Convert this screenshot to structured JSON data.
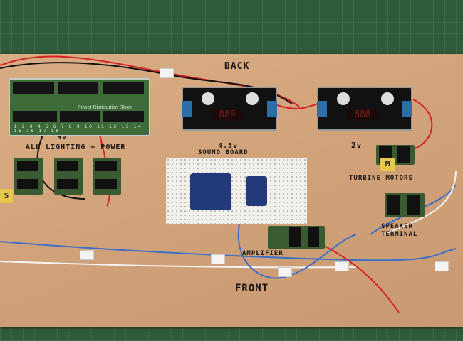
{
  "image": {
    "description": "Wiring board with power distribution block, two buck converters with LED displays, breadboard with sound board, amplifier and terminal blocks",
    "labels": {
      "back": "BACK",
      "front": "FRONT",
      "sound_board_voltage": "4.5v",
      "sound_board": "SOUND BOARD",
      "lighting_voltage": "9v",
      "lighting": "ALL LIGHTING + POWER",
      "motor_voltage": "2v",
      "turbine_motors": "TURBINE MOTORS",
      "speaker_terminal": "SPEAKER TERMINAL",
      "amplifier": "AMPLIFIER",
      "pdb_title": "Power Distribution Block",
      "pdb_numbers": "1 2 3 4 5 6 7 8 9 10 11 12 13 14 15 16 17 18",
      "tag_m": "M",
      "tag_s": "S",
      "display_1": "888",
      "display_2": "888"
    }
  }
}
